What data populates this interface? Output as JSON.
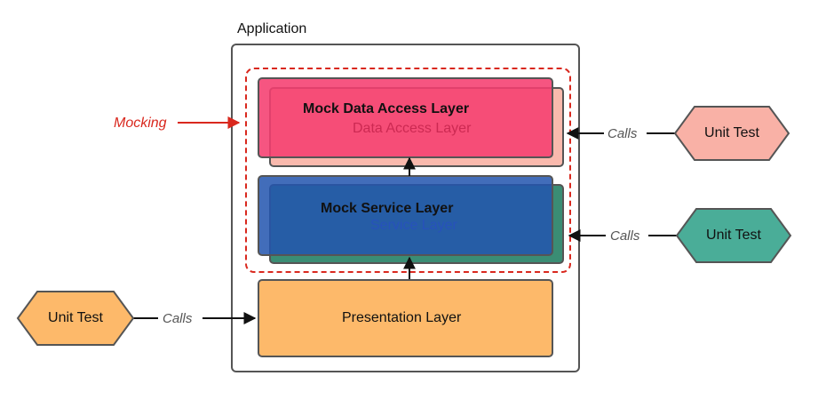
{
  "application": {
    "title": "Application"
  },
  "mocking": {
    "label": "Mocking",
    "color": "#d9281e"
  },
  "layers": {
    "mock_data_access": "Mock Data Access Layer",
    "data_access": "Data Access Layer",
    "mock_service": "Mock Service Layer",
    "service": "Service Layer",
    "presentation": "Presentation Layer"
  },
  "unit_tests": {
    "top_right": {
      "label": "Unit Test",
      "color": "#f9b1a6"
    },
    "middle_right": {
      "label": "Unit Test",
      "color": "#4aad98"
    },
    "left": {
      "label": "Unit Test",
      "color": "#fdb96a"
    }
  },
  "calls": {
    "top_right": "Calls",
    "middle_right": "Calls",
    "left": "Calls"
  }
}
